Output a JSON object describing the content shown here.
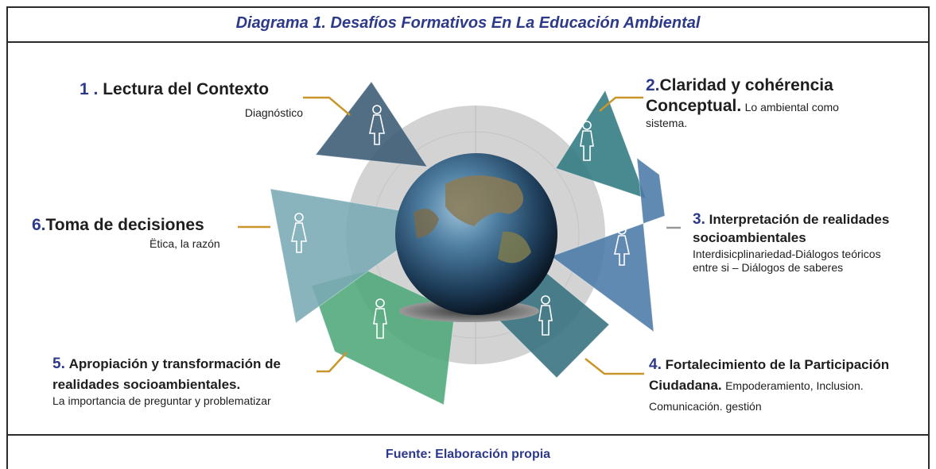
{
  "title": "Diagrama 1. Desafíos Formativos En La Educación Ambiental",
  "source": "Fuente: Elaboración propia",
  "items": [
    {
      "num": "1 .",
      "heading": "Lectura del Contexto",
      "sub": "Diagnóstico",
      "color": "#3a5a74"
    },
    {
      "num": "2.",
      "heading": "Claridad y cohérencia",
      "heading2": "Conceptual.",
      "sub": "Lo ambiental como",
      "sub2": "sistema.",
      "color": "#2f7a80"
    },
    {
      "num": "3.",
      "heading": "Interpretación de realidades",
      "heading2": "socioambientales",
      "sub": "Interdisicplinariedad-Diálogos teóricos",
      "sub2": "entre si – Diálogos de saberes",
      "color": "#4a7aa6"
    },
    {
      "num": "4.",
      "heading": "Fortalecimiento de la Participación",
      "heading2": "Ciudadana.",
      "sub": "Empoderamiento, Inclusion.",
      "sub2": "Comunicación. gestión",
      "color": "#356f7e"
    },
    {
      "num": "5.",
      "heading": "Apropiación y transformación de",
      "heading2": "realidades socioambientales.",
      "sub": "La importancia de preguntar y problematizar",
      "color": "#4fa77a"
    },
    {
      "num": "6.",
      "heading": "Toma de decisiones",
      "sub": "Ëtica, la razón",
      "color": "#7aaab4"
    }
  ],
  "connector_color": "#c9962a"
}
